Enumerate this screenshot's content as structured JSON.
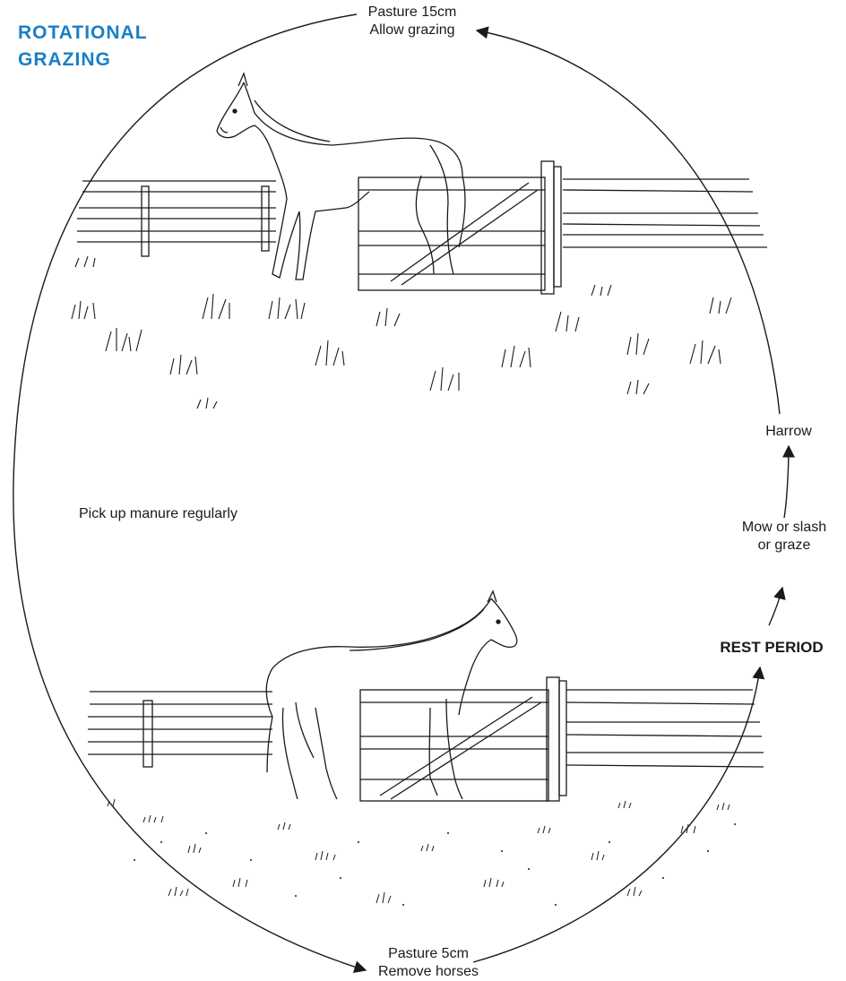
{
  "title": {
    "line1": "ROTATIONAL",
    "line2": "GRAZING"
  },
  "cycle_labels": {
    "top": {
      "line1": "Pasture 15cm",
      "line2": "Allow grazing"
    },
    "bottom": {
      "line1": "Pasture 5cm",
      "line2": "Remove horses"
    },
    "left": "Pick up manure regularly",
    "rest_period": "REST PERIOD",
    "mow": {
      "line1": "Mow or slash",
      "line2": "or graze"
    },
    "harrow": "Harrow"
  },
  "colors": {
    "title": "#1a7fc6",
    "ink": "#1a1a1a"
  },
  "illustrations": [
    {
      "subject": "horse-in-long-pasture-by-gate"
    },
    {
      "subject": "horse-in-short-pasture-by-gate"
    }
  ]
}
